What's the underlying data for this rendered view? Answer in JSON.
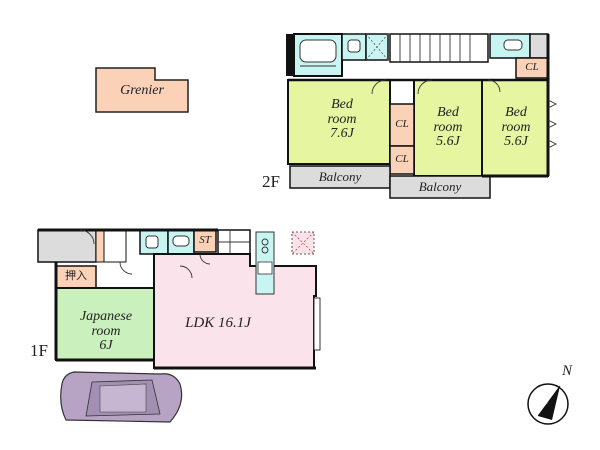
{
  "plan": {
    "floor2": {
      "label": "2F",
      "rooms": {
        "bed1": {
          "line1": "Bed",
          "line2": "room",
          "line3": "7.6J"
        },
        "bed2": {
          "line1": "Bed",
          "line2": "room",
          "line3": "5.6J"
        },
        "bed3": {
          "line1": "Bed",
          "line2": "room",
          "line3": "5.6J"
        },
        "closet_a": "CL",
        "closet_b": "CL",
        "closet_c": "CL",
        "balcony_left": "Balcony",
        "balcony_right": "Balcony"
      }
    },
    "floor1": {
      "label": "1F",
      "rooms": {
        "japanese": {
          "line1": "Japanese",
          "line2": "room",
          "line3": "6J"
        },
        "ldk": "LDK 16.1J",
        "oshiire": "押入",
        "storage": "ST"
      }
    },
    "grenier": "Grenier",
    "compass_label": "N",
    "colors": {
      "bedroom_green": "#e6f5a0",
      "ldk_pink": "#fbe3ec",
      "japanese_green": "#c9f0bd",
      "wet_cyan": "#c8f5f2",
      "closet_orange": "#fbd2b8",
      "balcony_gray": "#dcdcdc",
      "wall": "#111111",
      "car_purple": "#b7a3c4"
    }
  }
}
